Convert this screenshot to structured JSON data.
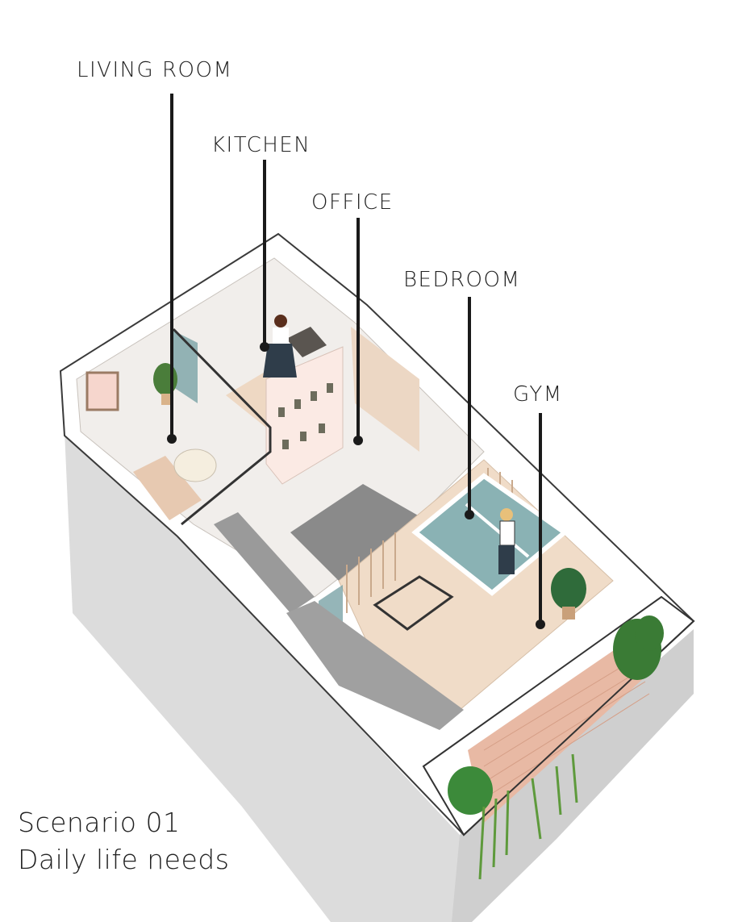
{
  "labels": {
    "living_room": "LIVING ROOM",
    "kitchen": "KITCHEN",
    "office": "OFFICE",
    "bedroom": "BEDROOM",
    "gym": "GYM"
  },
  "caption": {
    "line1": "Scenario 01",
    "line2": "Daily life needs"
  },
  "colors": {
    "wall": "#ffffff",
    "terrazzo": "#f1eeeb",
    "wood": "#f0dcc8",
    "bed": "#8ab2b4",
    "terrace": "#e8b9a4",
    "concrete": "#d9d9d9",
    "plant": "#3f7a3e",
    "glass": "#7aa3a6"
  }
}
